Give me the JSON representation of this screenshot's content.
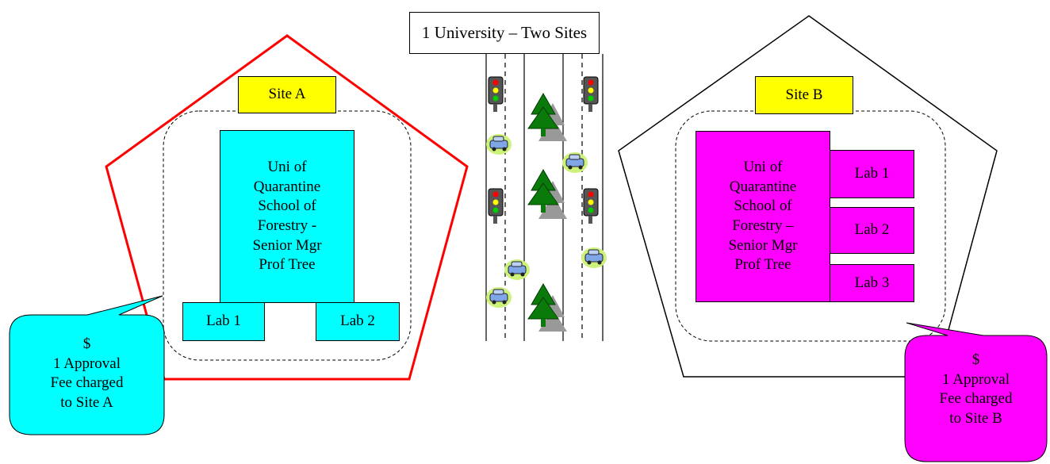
{
  "title": "1 University – Two Sites",
  "site_a": {
    "label": "Site A",
    "building": "Uni of\nQuarantine\nSchool of\nForestry -\nSenior Mgr\nProf Tree",
    "labs": [
      "Lab 1",
      "Lab 2"
    ],
    "callout": "$\n1 Approval\nFee charged\nto Site A",
    "accent": "#00ffff",
    "border": "#ff0000"
  },
  "site_b": {
    "label": "Site B",
    "building": "Uni of\nQuarantine\nSchool of\nForestry –\nSenior Mgr\nProf Tree",
    "labs": [
      "Lab 1",
      "Lab 2",
      "Lab 3"
    ],
    "callout": "$\n1 Approval\nFee charged\nto Site B",
    "accent": "#ff00ff",
    "border": "#000000"
  },
  "road_icons": [
    "traffic-light-icon",
    "tree-icon",
    "car-icon"
  ]
}
